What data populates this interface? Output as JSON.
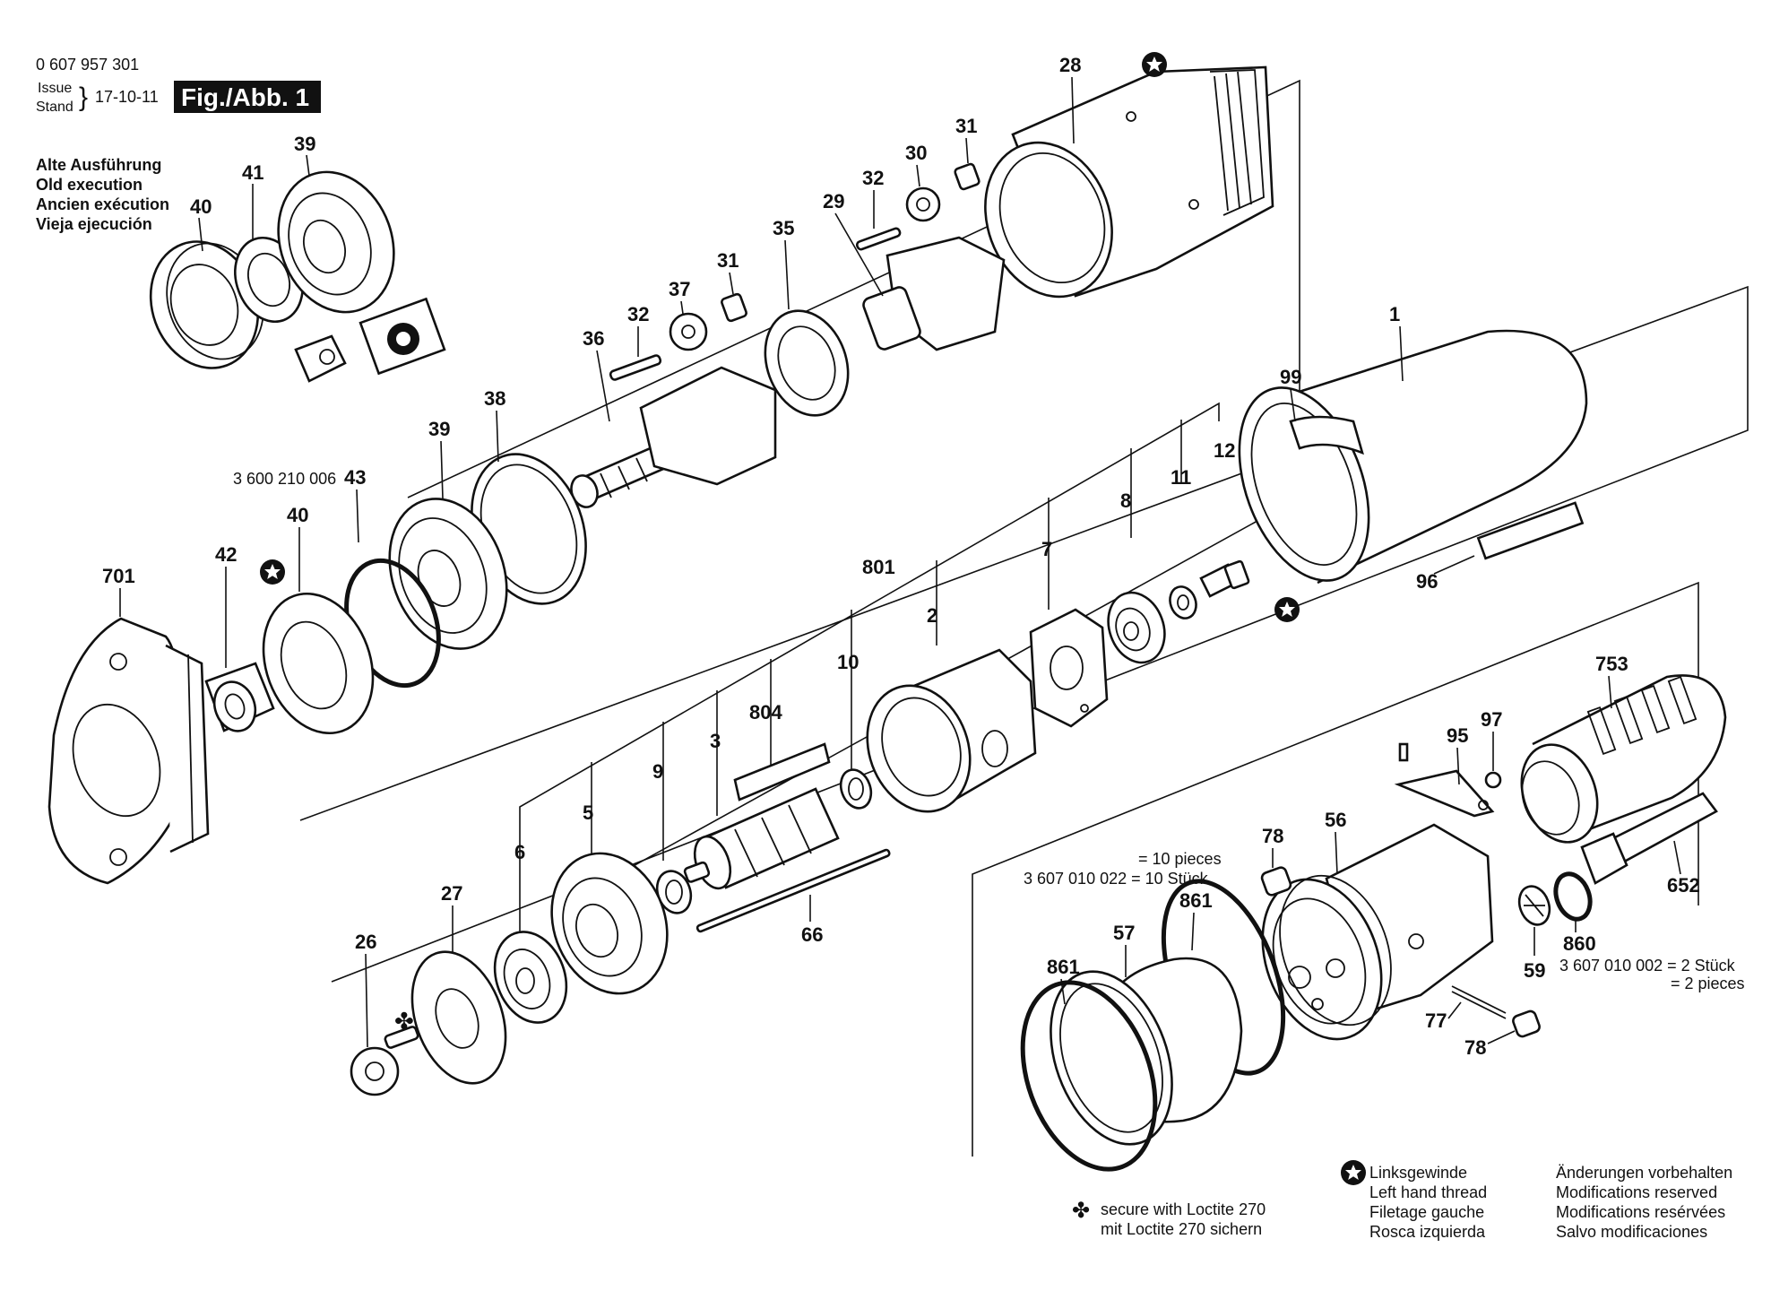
{
  "header": {
    "doc_number": "0 607 957 301",
    "issue_label": "Issue",
    "stand_label": "Stand",
    "date": "17-10-11",
    "fig_label": "Fig./Abb. 1"
  },
  "old_execution": {
    "line1": "Alte Ausführung",
    "line2": "Old execution",
    "line3": "Ancien exécution",
    "line4": "Vieja ejecución"
  },
  "parts": {
    "p28": "28",
    "p31a": "31",
    "p30": "30",
    "p32a": "32",
    "p29": "29",
    "p35": "35",
    "p31b": "31",
    "p37": "37",
    "p32b": "32",
    "p36": "36",
    "p39a": "39",
    "p41": "41",
    "p40a": "40",
    "p38": "38",
    "p39b": "39",
    "p43": "43",
    "p43_code": "3 600 210 006",
    "p40b": "40",
    "p42": "42",
    "p701": "701",
    "p1": "1",
    "p99": "99",
    "p96": "96",
    "p12": "12",
    "p11": "11",
    "p8": "8",
    "p7": "7",
    "p801": "801",
    "p2": "2",
    "p10": "10",
    "p804": "804",
    "p3": "3",
    "p9": "9",
    "p5": "5",
    "p6": "6",
    "p66": "66",
    "p27": "27",
    "p26": "26",
    "p753": "753",
    "p95": "95",
    "p97": "97",
    "p56": "56",
    "p78a": "78",
    "p652": "652",
    "p860": "860",
    "p59": "59",
    "p77": "77",
    "p78b": "78",
    "p861a": "861",
    "p57": "57",
    "p861b": "861"
  },
  "notes": {
    "p78_qty1": "= 10 pieces",
    "p78_qty2": "3 607 010 022 = 10 Stück",
    "p860_qty1": "3 607 010 002 = 2 Stück",
    "p860_qty2": "= 2 pieces"
  },
  "legend": {
    "loctite1": "secure with Loctite 270",
    "loctite2": "mit Loctite 270 sichern",
    "lh1": "Linksgewinde",
    "lh2": "Left hand thread",
    "lh3": "Filetage gauche",
    "lh4": "Rosca izquierda",
    "mod1": "Änderungen vorbehalten",
    "mod2": "Modifications reserved",
    "mod3": "Modifications resérvées",
    "mod4": "Salvo modificaciones"
  }
}
